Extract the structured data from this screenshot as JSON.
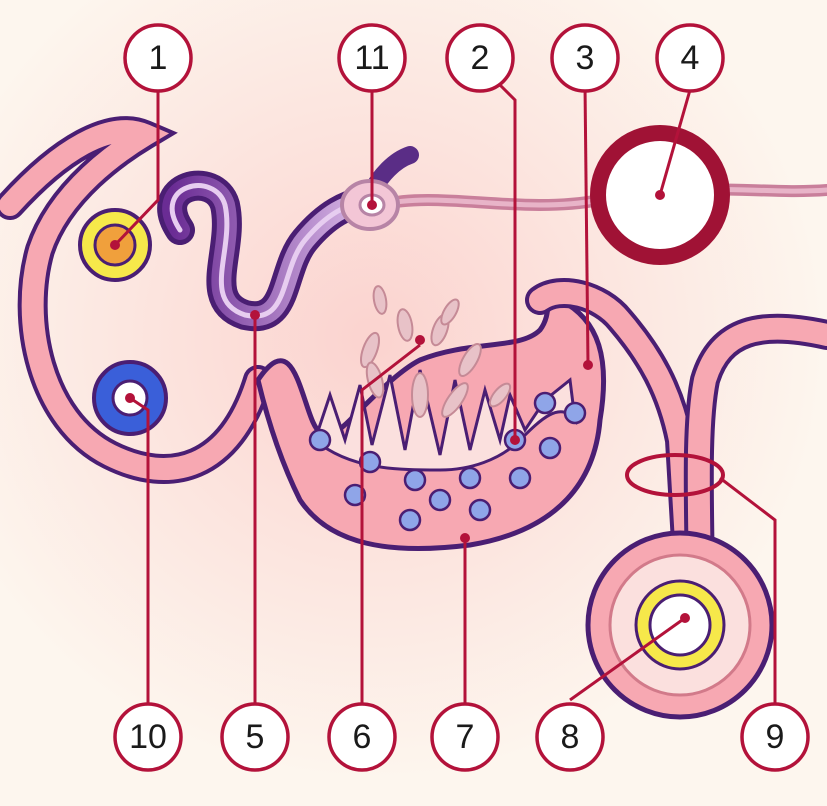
{
  "callouts": {
    "c1": "1",
    "c2": "2",
    "c3": "3",
    "c4": "4",
    "c5": "5",
    "c6": "6",
    "c7": "7",
    "c8": "8",
    "c9": "9",
    "c10": "10",
    "c11": "11"
  },
  "colors": {
    "outline": "#4a1e73",
    "tissue": "#f7a8b2",
    "lumen": "#fbe0de",
    "leader": "#b3123a",
    "background": "#fdf6ee",
    "purple": "#7b3fa6",
    "blue": "#3a5fd9",
    "yellow": "#f6e84a",
    "orange": "#f0a03c",
    "dark_red": "#a01235"
  }
}
